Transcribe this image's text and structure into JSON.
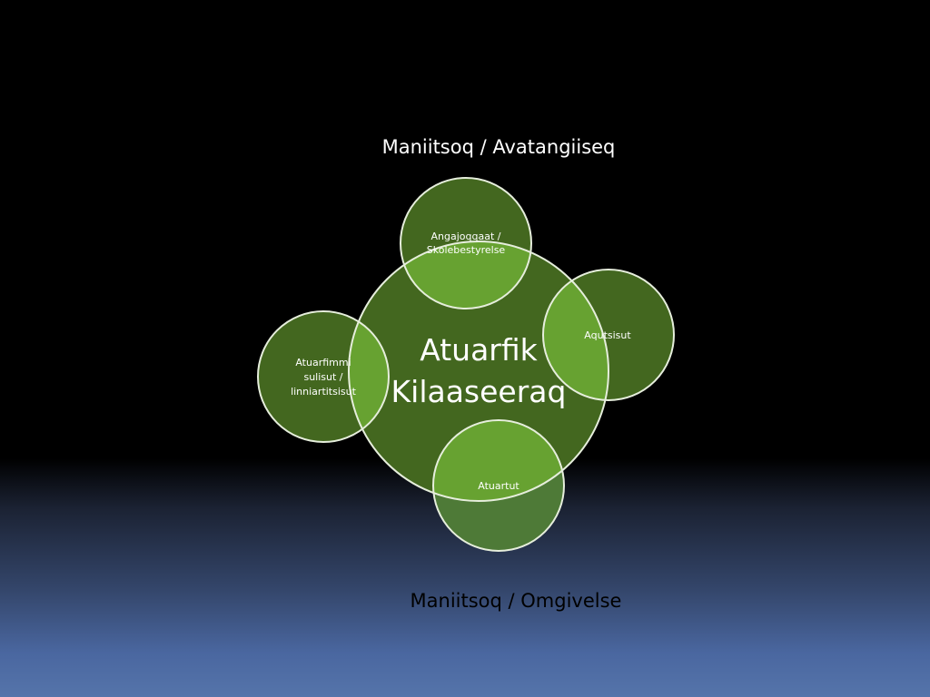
{
  "top_label": "Maniitsoq / Avatangiiseq",
  "bottom_label": "Maniitsoq / Omgivelse",
  "center": {
    "line1": "Atuarfik",
    "line2": "Kilaaseeraq"
  },
  "satellites": {
    "top": {
      "line1": "Angajoqqaat /",
      "line2": "Skolebestyrelse"
    },
    "right": {
      "line1": "Aqutsisut"
    },
    "left": {
      "line1": "Atuarfimmi",
      "line2": "sulisut /",
      "line3": "linniartitsisut"
    },
    "bottom": {
      "line1": "Atuartut"
    }
  },
  "colors": {
    "circle_fill": "#43671f",
    "overlap_fill": "#67a231",
    "bottom_lower_fill": "#4e7a37",
    "stroke": "#e6eedc"
  }
}
